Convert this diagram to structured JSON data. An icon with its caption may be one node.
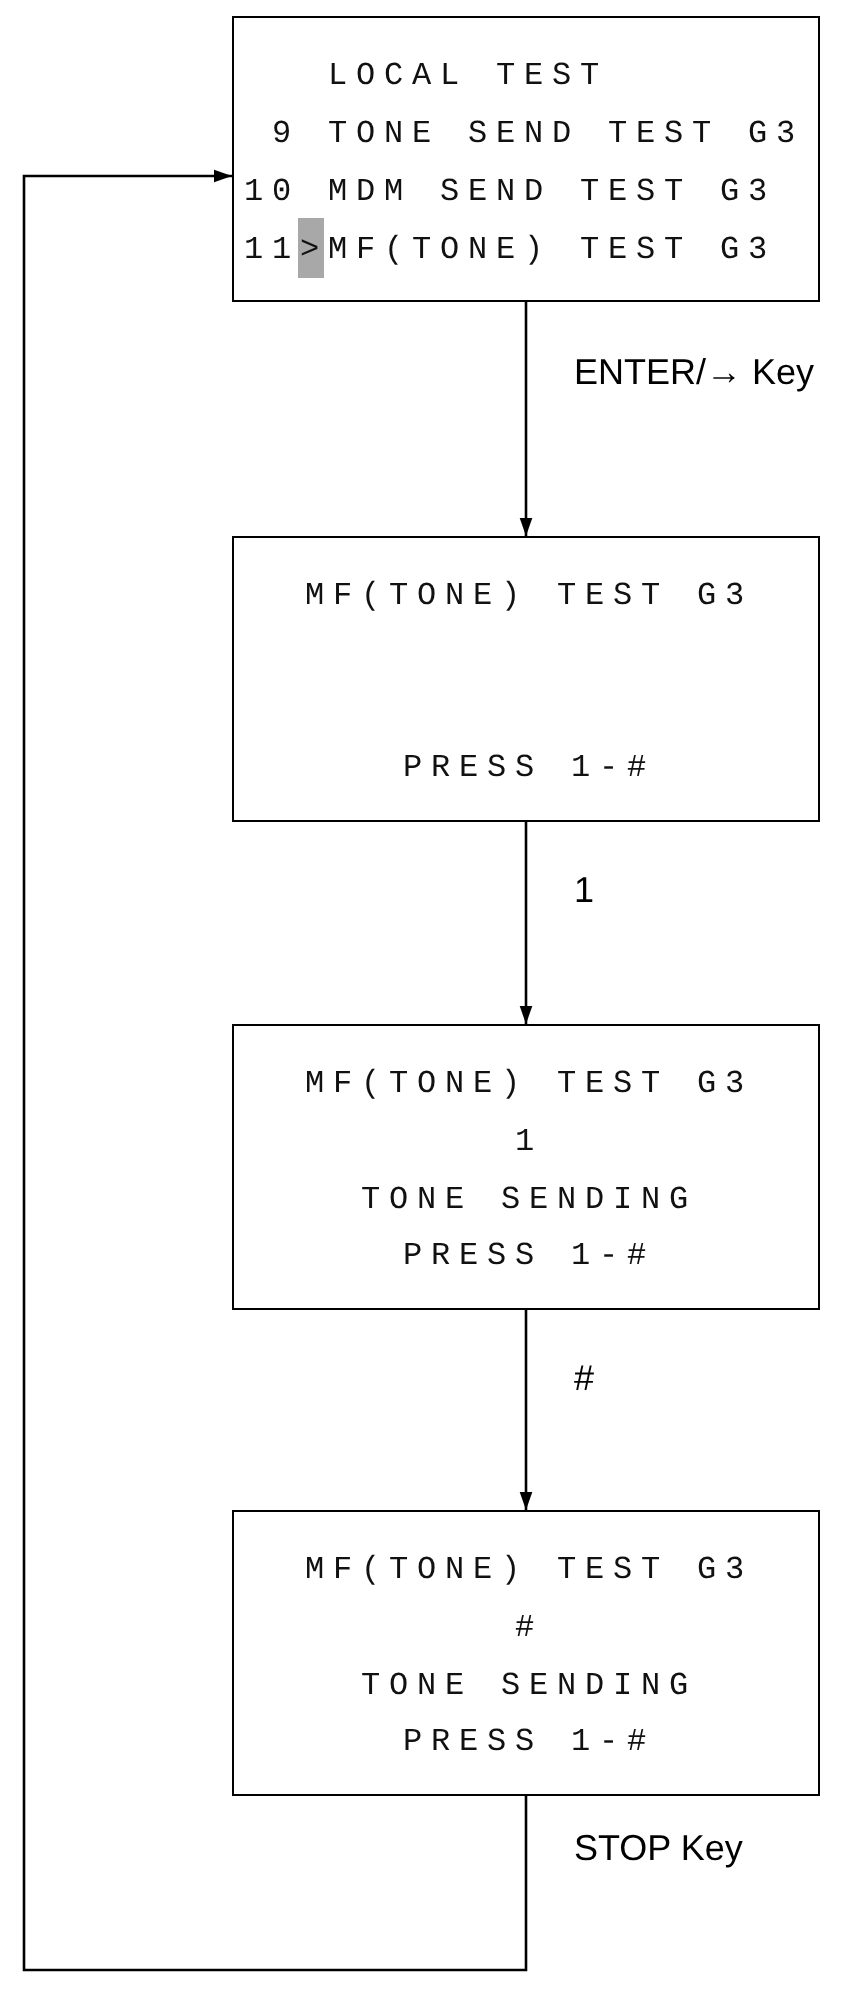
{
  "diagram": {
    "nodes": [
      {
        "text": [
          "LOCAL TEST",
          "9 TONE SEND TEST G3",
          "10 MDM SEND TEST G3",
          "11>MF(TONE) TEST G3"
        ]
      },
      {
        "text": [
          "MF(TONE) TEST G3",
          "PRESS 1-#"
        ]
      },
      {
        "text": [
          "MF(TONE) TEST G3",
          "1",
          "TONE SENDING",
          "PRESS 1-#"
        ]
      },
      {
        "text": [
          "MF(TONE) TEST G3",
          "#",
          "TONE SENDING",
          "PRESS 1-#"
        ]
      }
    ],
    "edges": [
      {
        "from": 0,
        "to": 1,
        "arrow": "to",
        "label": "ENTER/→ Key"
      },
      {
        "from": 1,
        "to": 2,
        "arrow": "to",
        "label": "1"
      },
      {
        "from": 2,
        "to": 3,
        "arrow": "to",
        "label": "#"
      },
      {
        "from": 3,
        "to": 0,
        "arrow": "to",
        "label": "STOP Key"
      }
    ]
  }
}
